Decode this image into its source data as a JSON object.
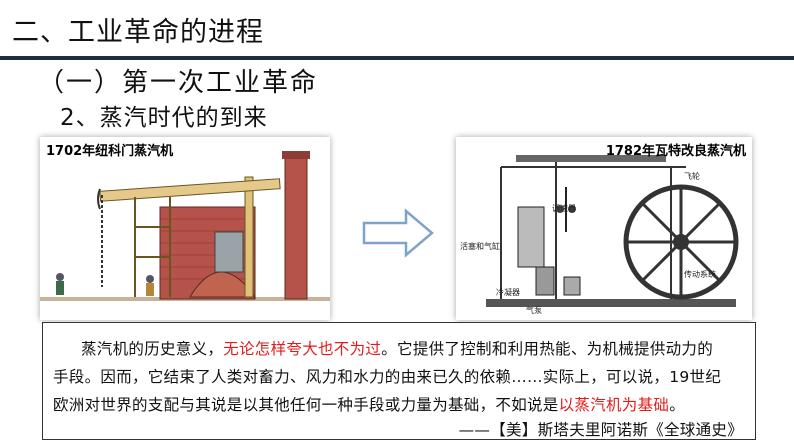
{
  "header": {
    "title": "二、工业革命的进程",
    "subtitle": "（一）第一次工业革命",
    "section": "2、蒸汽时代的到来"
  },
  "figures": {
    "left_caption": "1702年纽科门蒸汽机",
    "right_caption": "1782年瓦特改良蒸汽机",
    "right_labels": {
      "flywheel": "飞轮",
      "governor": "调速器",
      "piston": "活塞和气缸",
      "transmission": "传动系统",
      "condenser": "冷凝器",
      "pump": "气泵"
    }
  },
  "quote": {
    "line1_a": "蒸汽机的历史意义，",
    "line1_hl": "无论怎样夸大也不为过",
    "line1_b": "。它提供了控制和利用热能、为机械提供动力的",
    "line2": "手段。因而，它结束了人类对畜力、风力和水力的由来已久的依赖……实际上，可以说，19世纪",
    "line3_a": "欧洲对世界的支配与其说是以其他任何一种手段或力量为基础，不如说是",
    "line3_hl": "以蒸汽机为基础",
    "line3_b": "。",
    "attribution": "——【美】斯塔夫里阿诺斯《全球通史》"
  },
  "colors": {
    "highlight": "#e31b1b",
    "rule": "#1f2a44"
  }
}
